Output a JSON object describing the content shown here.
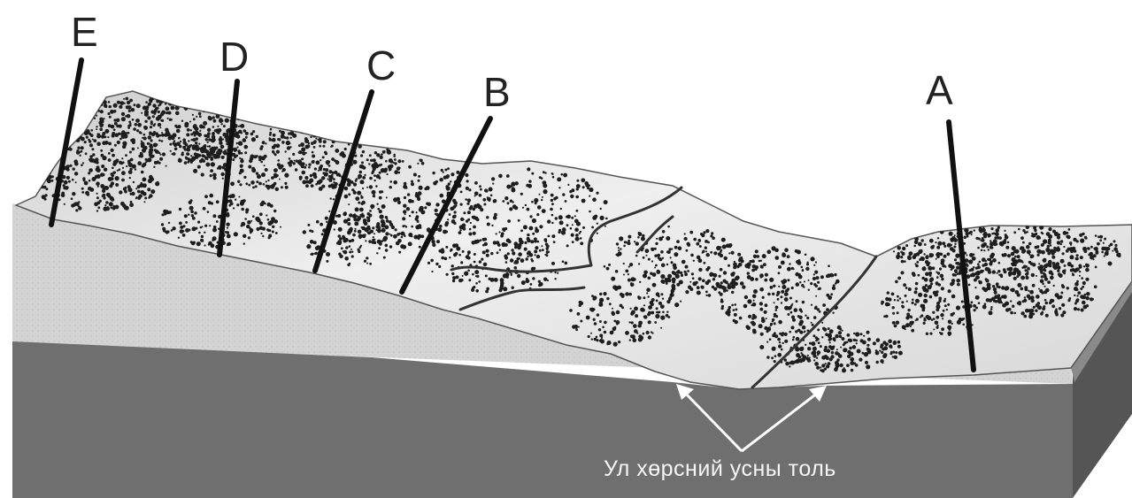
{
  "markers": [
    {
      "id": "E",
      "label": "E"
    },
    {
      "id": "D",
      "label": "D"
    },
    {
      "id": "C",
      "label": "C"
    },
    {
      "id": "B",
      "label": "B"
    },
    {
      "id": "A",
      "label": "A"
    }
  ],
  "caption": "Ул хөрсний усны толь",
  "colors": {
    "ground_face": "#d2d2d2",
    "water_block": "#6f6f6f",
    "right_side": "#555555",
    "vegetation": "#1e1e1e",
    "pole": "#111111",
    "arrow": "#ffffff"
  }
}
